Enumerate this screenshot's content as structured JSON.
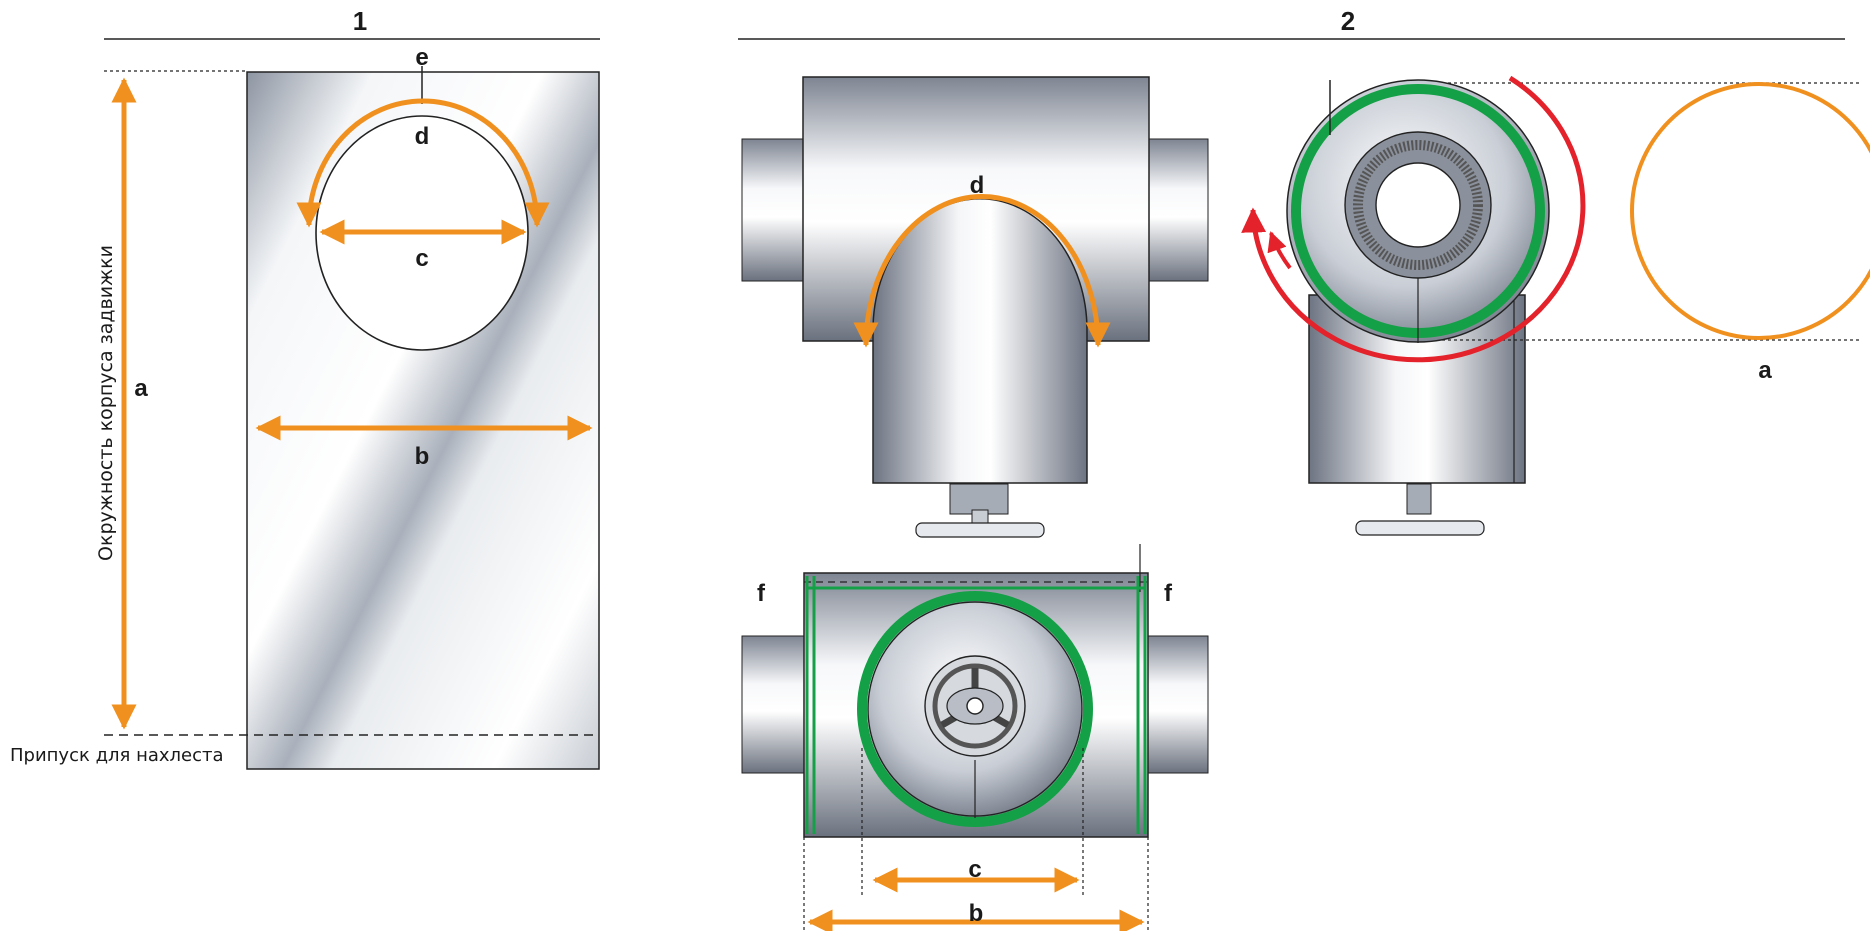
{
  "panel1": {
    "number": "1",
    "label_a": "a",
    "label_b": "b",
    "label_c": "c",
    "label_d": "d",
    "label_e": "e",
    "vertical_caption": "Окружность корпуса задвижки",
    "overlap_caption": "Припуск для нахлеста"
  },
  "panel2": {
    "number": "2",
    "front_label_d": "d",
    "side_label_a": "a",
    "top_label_f_left": "f",
    "top_label_f_right": "f",
    "top_label_c": "c",
    "top_label_b": "b"
  },
  "colors": {
    "measure_orange": "#f0901e",
    "wrap_green": "#14a047",
    "rotate_red": "#e3222b",
    "outline": "#222222"
  }
}
